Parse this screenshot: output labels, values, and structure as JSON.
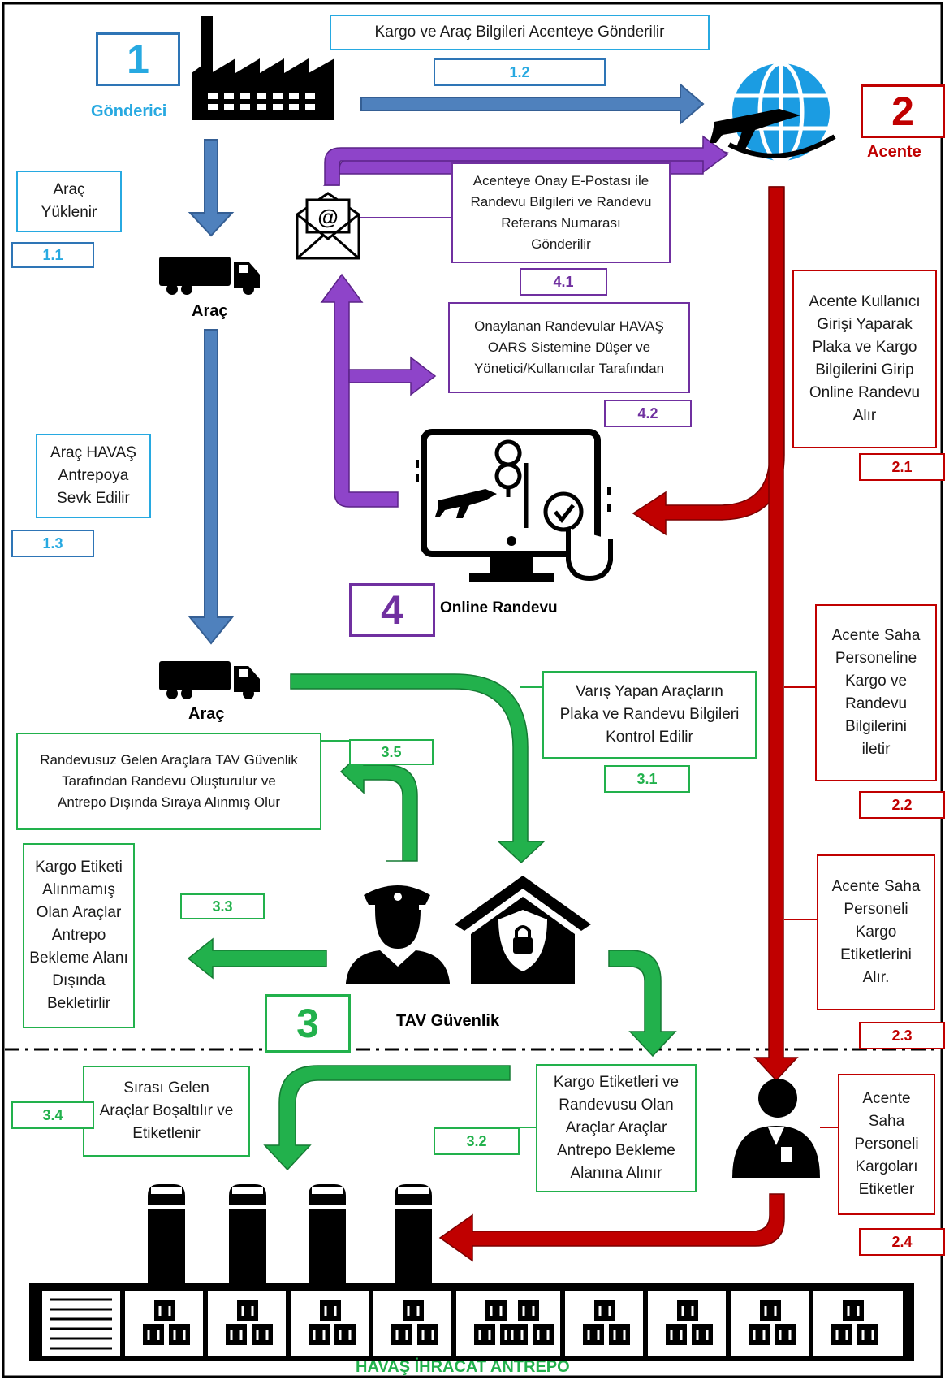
{
  "actors": {
    "sender": {
      "number": "1",
      "label": "Gönderici"
    },
    "agent": {
      "number": "2",
      "label": "Acente"
    },
    "security": {
      "number": "3",
      "label": "TAV Güvenlik"
    },
    "online": {
      "number": "4",
      "label": "Online Randevu"
    },
    "vehicle_top": "Araç",
    "vehicle_mid": "Araç",
    "warehouse": "HAVAŞ İHRACAT ANTREPO"
  },
  "steps": {
    "s1_1": {
      "tag": "1.1",
      "text": "Araç\nYüklenir"
    },
    "s1_2": {
      "tag": "1.2",
      "text": "Kargo ve Araç Bilgileri Acenteye Gönderilir"
    },
    "s1_3": {
      "tag": "1.3",
      "text": "Araç HAVAŞ\nAntrepoya\nSevk Edilir"
    },
    "s2_1": {
      "tag": "2.1",
      "text": "Acente Kullanıcı\nGirişi Yaparak\nPlaka ve Kargo\nBilgilerini Girip\nOnline Randevu\nAlır"
    },
    "s2_2": {
      "tag": "2.2",
      "text": "Acente Saha\nPersoneline\nKargo ve\nRandevu\nBilgilerini\niletir"
    },
    "s2_3": {
      "tag": "2.3",
      "text": "Acente Saha\nPersoneli\nKargo\nEtiketlerini\nAlır."
    },
    "s2_4": {
      "tag": "2.4",
      "text": "Acente\nSaha\nPersoneli\nKargoları\nEtiketler"
    },
    "s3_1": {
      "tag": "3.1",
      "text": "Varış Yapan Araçların\nPlaka ve Randevu Bilgileri\nKontrol Edilir"
    },
    "s3_2": {
      "tag": "3.2",
      "text": "Kargo Etiketleri ve\nRandevusu Olan\nAraçlar Araçlar\nAntrepo Bekleme\nAlanına Alınır"
    },
    "s3_3": {
      "tag": "3.3",
      "text": "Kargo Etiketi\nAlınmamış\nOlan Araçlar\nAntrepo\nBekleme Alanı\nDışında\nBekletirlir"
    },
    "s3_4": {
      "tag": "3.4",
      "text": "Sırası Gelen\nAraçlar Boşaltılır ve\nEtiketlenir"
    },
    "s3_5": {
      "tag": "3.5",
      "text": "Randevusuz Gelen Araçlara TAV Güvenlik\nTarafından Randevu Oluşturulur ve\nAntrepo Dışında Sıraya Alınmış Olur"
    },
    "s4_1": {
      "tag": "4.1",
      "text": "Acenteye Onay E-Postası ile\nRandevu Bilgileri ve Randevu\nReferans Numarası\nGönderilir"
    },
    "s4_2": {
      "tag": "4.2",
      "text": "Onaylanan Randevular HAVAŞ\nOARS Sistemine Düşer ve\nYönetici/Kullanıcılar Tarafından"
    }
  },
  "colors": {
    "blue": "#4f81bd",
    "red": "#c00000",
    "green": "#22b14c",
    "purple": "#7030a0",
    "cyan": "#27a9e1"
  },
  "icons": [
    "factory-icon",
    "globe-plane-icon",
    "truck-icon",
    "email-icon",
    "monitor-booking-icon",
    "security-guard-icon",
    "shield-house-icon",
    "agent-worker-icon",
    "parked-truck-icon",
    "warehouse-icon"
  ]
}
